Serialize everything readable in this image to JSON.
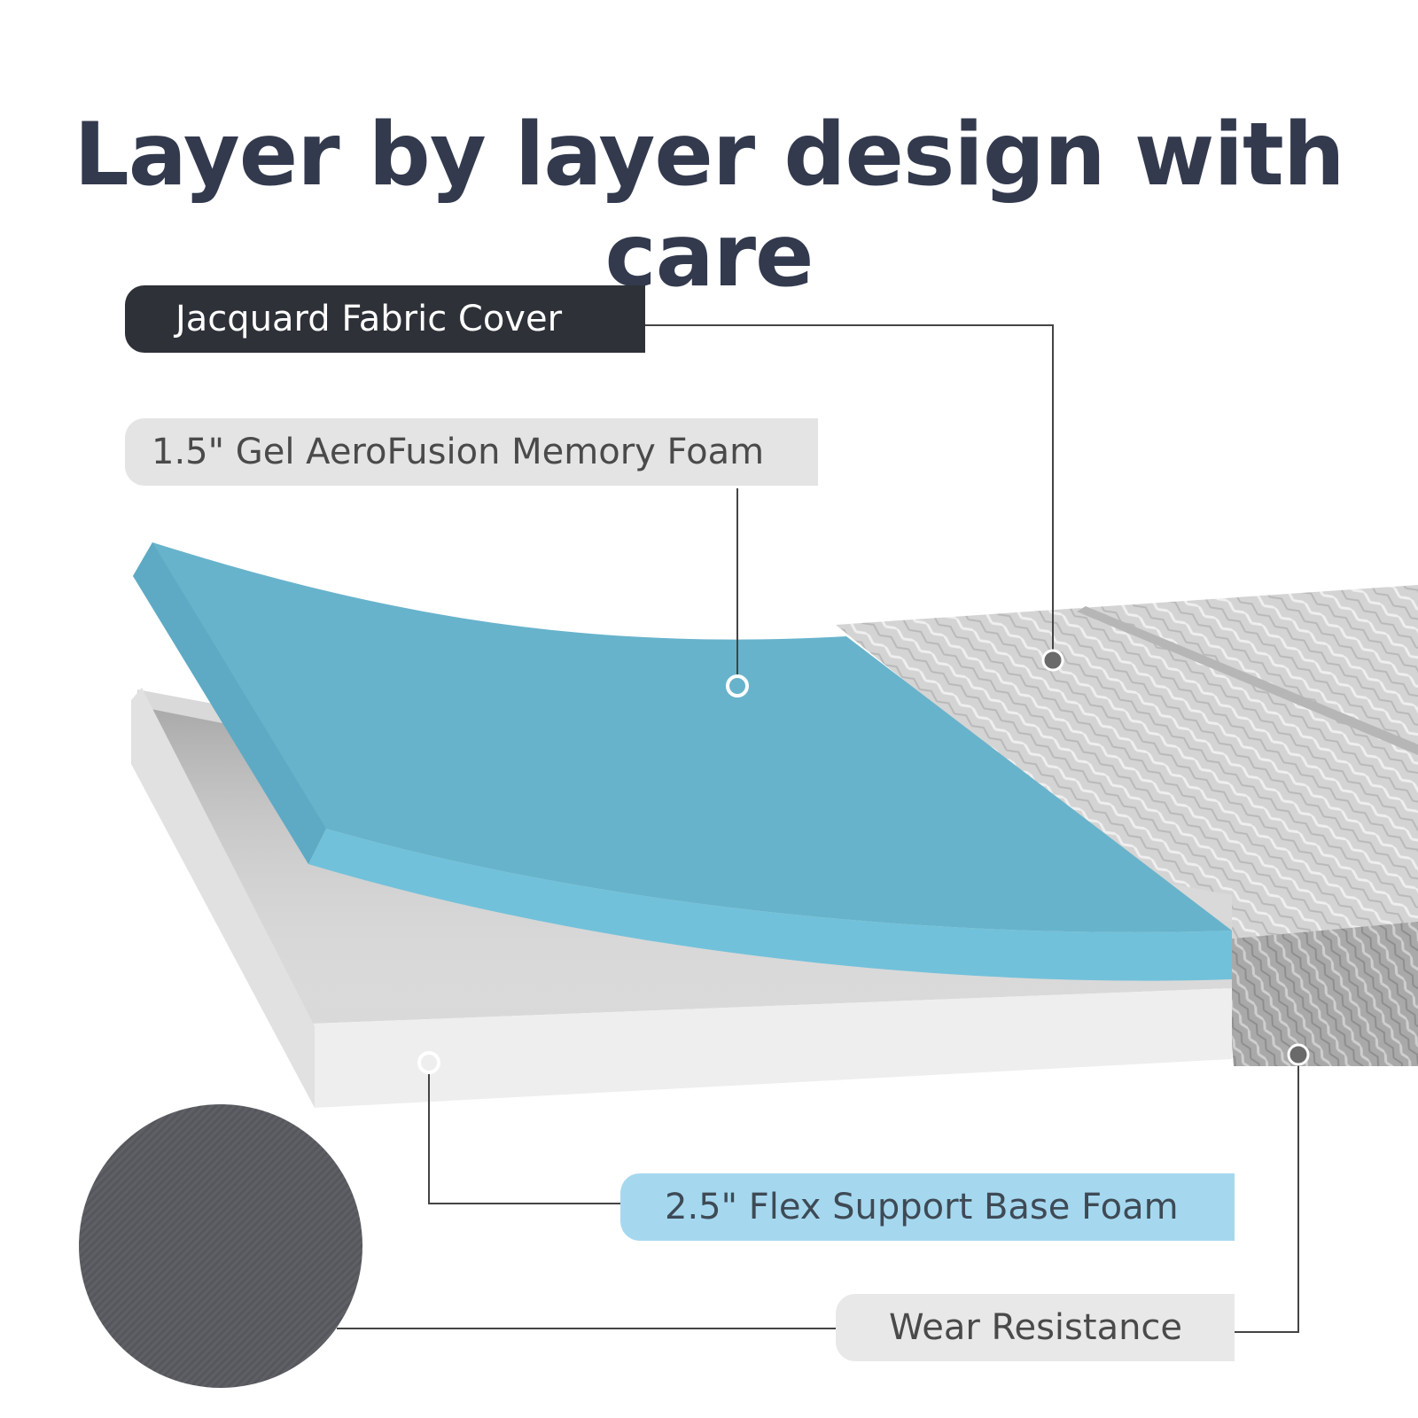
{
  "title": "Layer by layer design with care",
  "layers": [
    {
      "id": "cover",
      "label": "Jacquard Fabric Cover"
    },
    {
      "id": "gel",
      "label": "1.5\" Gel AeroFusion Memory Foam"
    },
    {
      "id": "base",
      "label": "2.5\" Flex Support Base Foam"
    },
    {
      "id": "wear",
      "label": "Wear Resistance"
    }
  ],
  "colors": {
    "title": "#333a4e",
    "gel_foam": "#67b3cc",
    "base_foam": "#efefef",
    "cover_fabric": "#cfcfcf",
    "bottom_fabric": "#55575c"
  }
}
